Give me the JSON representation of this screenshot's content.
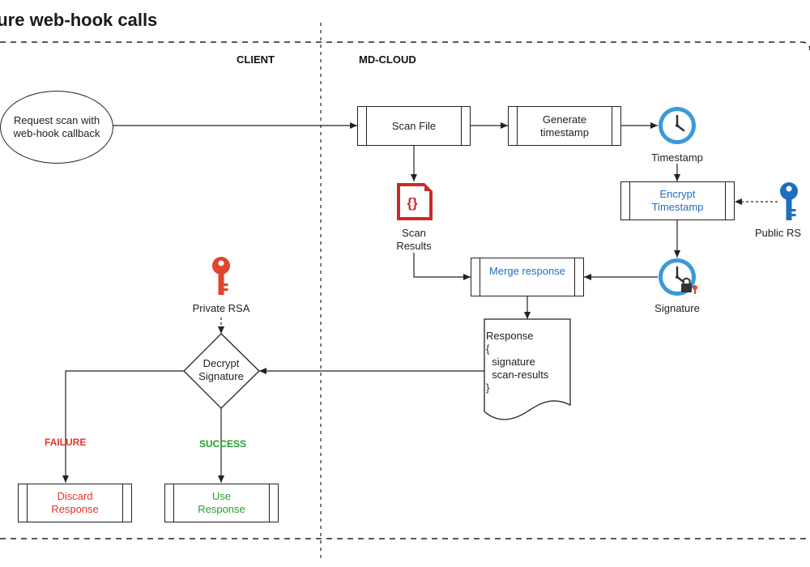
{
  "title": "cure web-hook calls",
  "lanes": {
    "client": "CLIENT",
    "cloud": "MD-CLOUD"
  },
  "nodes": {
    "request": "Request scan with\nweb-hook callback",
    "scan_file": "Scan File",
    "generate_timestamp": "Generate\ntimestamp",
    "timestamp": "Timestamp",
    "encrypt_timestamp": "Encrypt\nTimestamp",
    "public_rsa": "Public RS",
    "scan_results": "Scan\nResults",
    "merge_response": "Merge response",
    "signature": "Signature",
    "response_doc": "Response\n{\n  signature\n  scan-results\n}",
    "private_rsa": "Private RSA",
    "decrypt_signature": "Decrypt\nSignature",
    "failure": "FAILURE",
    "success": "SUCCESS",
    "discard_response": "Discard\nResponse",
    "use_response": "Use\nResponse"
  },
  "icons": {
    "clock": "clock-icon",
    "locked_clock": "locked-clock-icon",
    "blue_key": "key-icon",
    "red_key": "key-icon",
    "json_file": "json-file-icon"
  },
  "colors": {
    "blue_text": "#1f6fbf",
    "red_text": "#e3342f",
    "green_text": "#1fa32b",
    "clock_blue": "#3a9ad9",
    "key_blue": "#1f6fbf",
    "key_red": "#e0452f",
    "file_red": "#c92a2a"
  }
}
